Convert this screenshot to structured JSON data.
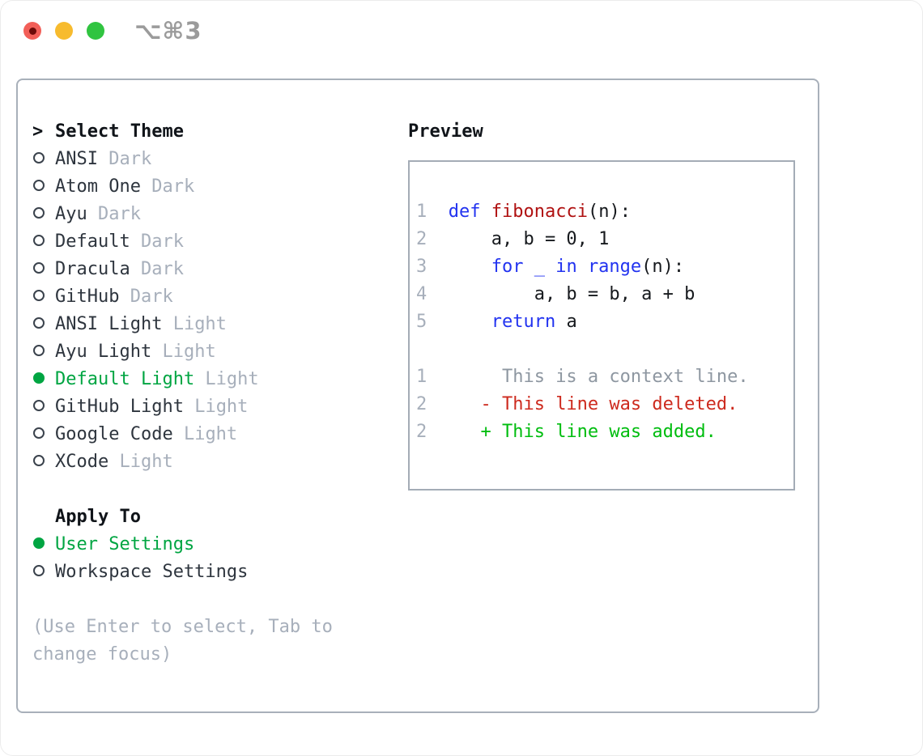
{
  "window": {
    "shortcut": "⌥⌘3",
    "traffic_lights": [
      "close",
      "minimize",
      "zoom"
    ]
  },
  "theme_selector": {
    "prompt": ">",
    "title": "Select Theme",
    "themes": [
      {
        "name": "ANSI",
        "tag": "Dark",
        "selected": false
      },
      {
        "name": "Atom One",
        "tag": "Dark",
        "selected": false
      },
      {
        "name": "Ayu",
        "tag": "Dark",
        "selected": false
      },
      {
        "name": "Default",
        "tag": "Dark",
        "selected": false
      },
      {
        "name": "Dracula",
        "tag": "Dark",
        "selected": false
      },
      {
        "name": "GitHub",
        "tag": "Dark",
        "selected": false
      },
      {
        "name": "ANSI Light",
        "tag": "Light",
        "selected": false
      },
      {
        "name": "Ayu Light",
        "tag": "Light",
        "selected": false
      },
      {
        "name": "Default Light",
        "tag": "Light",
        "selected": true
      },
      {
        "name": "GitHub Light",
        "tag": "Light",
        "selected": false
      },
      {
        "name": "Google Code",
        "tag": "Light",
        "selected": false
      },
      {
        "name": "XCode",
        "tag": "Light",
        "selected": false
      }
    ],
    "apply_to": {
      "title": "Apply To",
      "options": [
        {
          "label": "User Settings",
          "selected": true
        },
        {
          "label": "Workspace Settings",
          "selected": false
        }
      ]
    },
    "hint_lines": [
      "(Use Enter to select, Tab to",
      "change focus)"
    ]
  },
  "preview": {
    "title": "Preview",
    "lines": [
      {
        "num": "1",
        "tokens": [
          {
            "t": "  ",
            "c": "pl"
          },
          {
            "t": "def",
            "c": "kw"
          },
          {
            "t": " ",
            "c": "pl"
          },
          {
            "t": "fibonacci",
            "c": "fn"
          },
          {
            "t": "(n):",
            "c": "pl"
          }
        ]
      },
      {
        "num": "2",
        "tokens": [
          {
            "t": "      a, b = 0, 1",
            "c": "pl"
          }
        ]
      },
      {
        "num": "3",
        "tokens": [
          {
            "t": "      ",
            "c": "pl"
          },
          {
            "t": "for _ in range",
            "c": "kw"
          },
          {
            "t": "(n):",
            "c": "pl"
          }
        ]
      },
      {
        "num": "4",
        "tokens": [
          {
            "t": "          a, b = b, a + b",
            "c": "pl"
          }
        ]
      },
      {
        "num": "5",
        "tokens": [
          {
            "t": "      ",
            "c": "pl"
          },
          {
            "t": "return",
            "c": "kw"
          },
          {
            "t": " a",
            "c": "pl"
          }
        ]
      },
      {
        "num": "",
        "tokens": []
      },
      {
        "num": "1",
        "tokens": [
          {
            "t": "       This is a context line.",
            "c": "ctx"
          }
        ]
      },
      {
        "num": "2",
        "tokens": [
          {
            "t": "     - This line was deleted.",
            "c": "del"
          }
        ]
      },
      {
        "num": "2",
        "tokens": [
          {
            "t": "     + This line was added.",
            "c": "add"
          }
        ]
      }
    ]
  },
  "colors": {
    "selection_green": "#00a542",
    "diff_added_green": "#00bd0f",
    "diff_deleted_red": "#cd2a1e",
    "keyword_blue": "#2233f0",
    "function_red": "#b01212",
    "muted_gray": "#a7afbb",
    "context_gray": "#8e97a1",
    "panel_border": "#a8b0ba",
    "traffic_red": "#f25f58",
    "traffic_yellow": "#f7bb2e",
    "traffic_green": "#30c440"
  }
}
